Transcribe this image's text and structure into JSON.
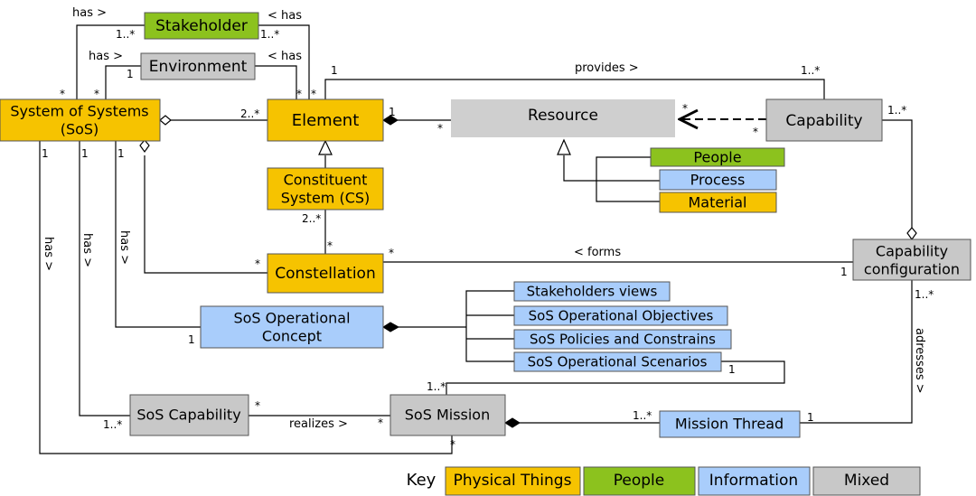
{
  "colors": {
    "physical": "#f6c300",
    "people": "#8cc21e",
    "information": "#a9cdfb",
    "mixed": "#c8c8c8",
    "resource": "#cfcfcf"
  },
  "nodes": {
    "stakeholder": "Stakeholder",
    "environment": "Environment",
    "sos_line1": "System of Systems",
    "sos_line2": "(SoS)",
    "element": "Element",
    "resource": "Resource",
    "capability": "Capability",
    "people": "People",
    "process": "Process",
    "material": "Material",
    "cs_line1": "Constituent",
    "cs_line2": "System (CS)",
    "constellation": "Constellation",
    "capconf_line1": "Capability",
    "capconf_line2": "configuration",
    "opconcept_line1": "SoS Operational",
    "opconcept_line2": "Concept",
    "stakeholders_views": "Stakeholders views",
    "op_objectives": "SoS Operational Objectives",
    "policies": "SoS Policies and Constrains",
    "scenarios": "SoS Operational Scenarios",
    "sos_capability": "SoS Capability",
    "sos_mission": "SoS Mission",
    "mission_thread": "Mission Thread"
  },
  "labels": {
    "has_right": "has >",
    "has_left": "< has",
    "provides": "provides >",
    "forms": "< forms",
    "realizes": "realizes >",
    "adresses": "adresses >"
  },
  "multiplicities": {
    "one": "1",
    "star": "*",
    "one_many": "1..*",
    "two_many": "2..*"
  },
  "key": {
    "title": "Key",
    "physical": "Physical Things",
    "people": "People",
    "information": "Information",
    "mixed": "Mixed"
  }
}
